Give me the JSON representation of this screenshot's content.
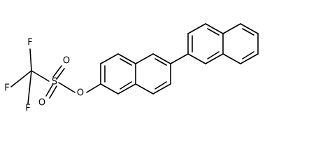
{
  "structure": {
    "atom_labels": {
      "f_top": "F",
      "f_left": "F",
      "f_bottom": "F",
      "s": "S",
      "o_top": "O",
      "o_bottom": "O",
      "o_link": "O"
    },
    "colors": {
      "bond": "#000000",
      "label": "#000000",
      "background": "#ffffff"
    }
  }
}
